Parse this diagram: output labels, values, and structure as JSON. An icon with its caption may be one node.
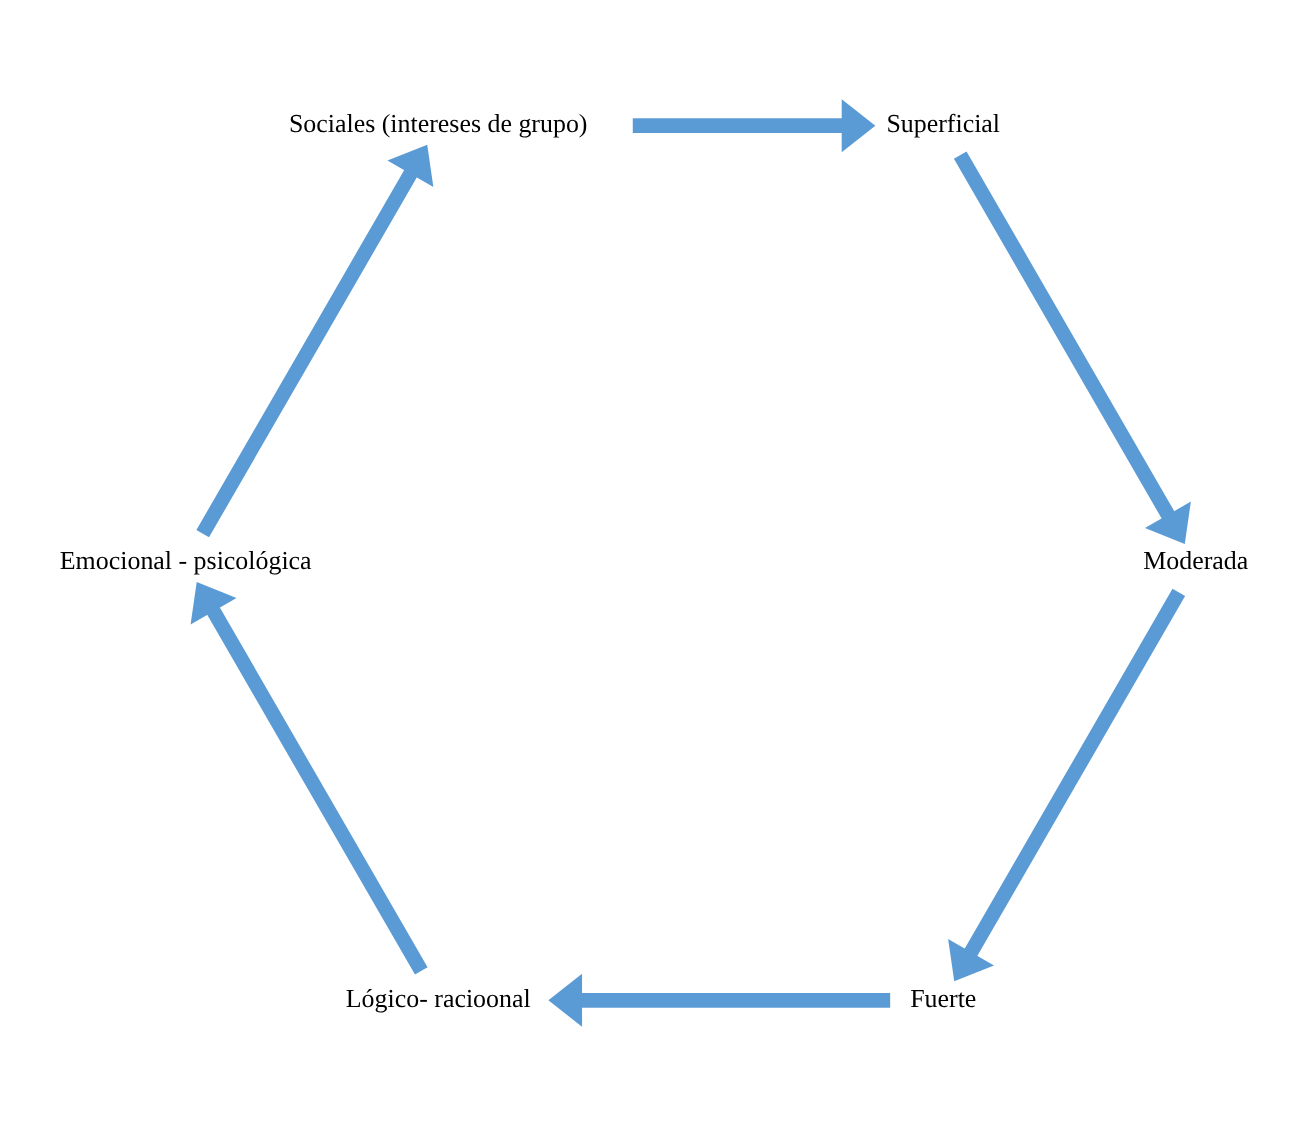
{
  "diagram": {
    "nodes": [
      {
        "text": [
          "Fuerte"
        ]
      },
      {
        "text": [
          "Lógico- racioonal"
        ]
      },
      {
        "text": [
          "Emocional - psicológica"
        ]
      },
      {
        "text": [
          "Sociales (intereses de grupo)"
        ]
      },
      {
        "text": [
          "Superficial"
        ]
      },
      {
        "text": [
          "Moderada"
        ]
      }
    ],
    "edges": [
      {
        "from": 0,
        "to": 1,
        "arrow": "to"
      },
      {
        "from": 1,
        "to": 2,
        "arrow": "to"
      },
      {
        "from": 2,
        "to": 3,
        "arrow": "to"
      },
      {
        "from": 3,
        "to": 4,
        "arrow": "to"
      },
      {
        "from": 4,
        "to": 5,
        "arrow": "to"
      },
      {
        "from": 5,
        "to": 0,
        "arrow": "to"
      }
    ]
  }
}
